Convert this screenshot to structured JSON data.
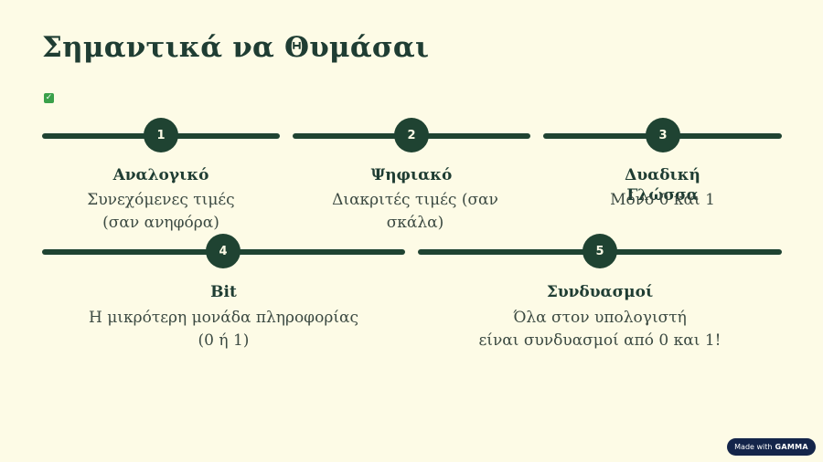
{
  "title": "Σημαντικά να Θυμάσαι",
  "steps": [
    {
      "number": "1",
      "title": "Αναλογικό",
      "desc_lines": [
        "Συνεχόμενες τιμές",
        "(σαν ανηφόρα)"
      ]
    },
    {
      "number": "2",
      "title": "Ψηφιακό",
      "desc_lines": [
        "Διακριτές τιμές (σαν",
        "σκάλα)"
      ]
    },
    {
      "number": "3",
      "title_lines": [
        "Δυαδική",
        "Γλώσσα"
      ],
      "desc_lines": [
        "Μόνο 0 και 1"
      ]
    },
    {
      "number": "4",
      "title": "Bit",
      "desc_lines": [
        "Η μικρότερη μονάδα πληροφορίας",
        "(0 ή 1)"
      ]
    },
    {
      "number": "5",
      "title": "Συνδυασμοί",
      "desc_lines": [
        "Όλα στον υπολογιστή",
        "είναι συνδυασμοί από 0 και 1!"
      ]
    }
  ],
  "badge": {
    "prefix": "Made with",
    "brand": "GAMMA"
  },
  "colors": {
    "background": "#fdfbe6",
    "accent": "#1f4332",
    "badge": "#14254a"
  },
  "icons": {
    "check": "check-icon"
  }
}
